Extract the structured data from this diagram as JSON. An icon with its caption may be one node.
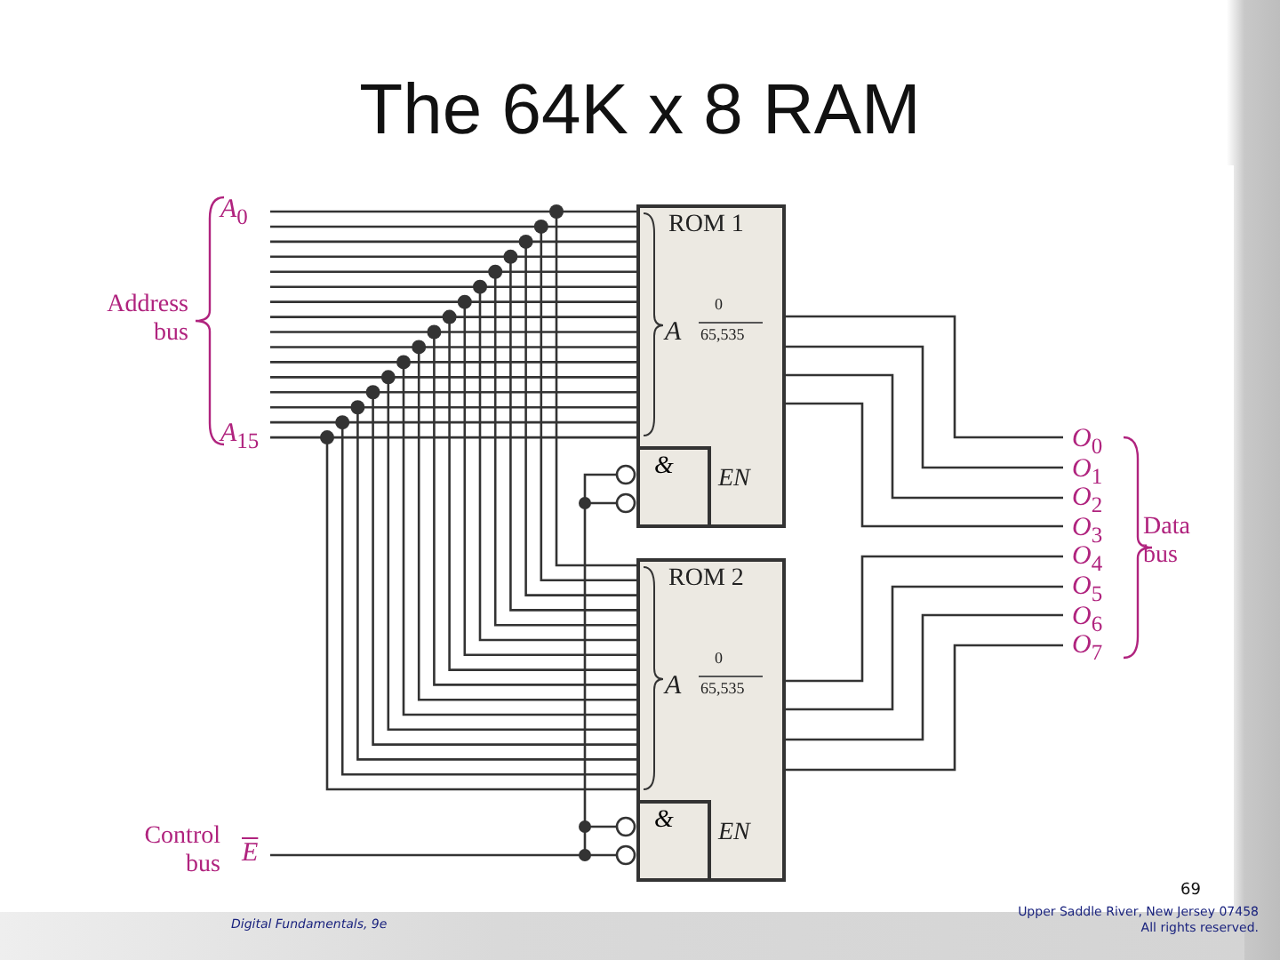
{
  "diagram": {
    "title": "The 64K x 8 RAM",
    "nodes": [
      {
        "text": [
          "ROM 1",
          "A",
          "0",
          "65,535",
          "EN"
        ]
      },
      {
        "text": [
          "&"
        ],
        "in": 0
      },
      {
        "text": [
          "ROM 2",
          "A",
          "0",
          "65,535",
          "EN"
        ]
      },
      {
        "text": [
          "&"
        ],
        "in": 2
      }
    ],
    "edges": [],
    "labels": [
      "Address bus",
      "*A*$_{0}$",
      "*A*$_{15}$",
      "Data bus",
      "*O*$_{0}$",
      "*O*$_{1}$",
      "*O*$_{2}$",
      "*O*$_{3}$",
      "*O*$_{4}$",
      "*O*$_{5}$",
      "*O*$_{6}$",
      "*O*$_{7}$",
      "Control bus",
      "E",
      "Digital Fundamentals, 9e",
      "69",
      "Upper Saddle River, New Jersey 07458",
      "All rights reserved."
    ]
  }
}
